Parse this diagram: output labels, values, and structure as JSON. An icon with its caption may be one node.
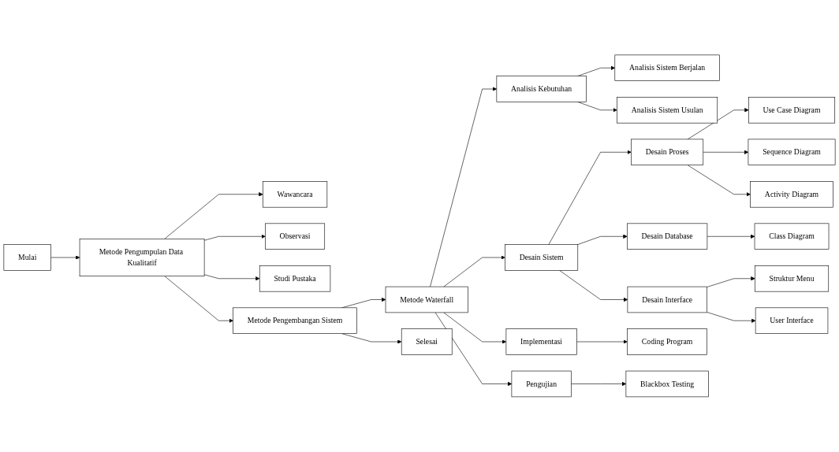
{
  "diagram": {
    "nodes": [
      {
        "text": [
          "Mulai"
        ]
      },
      {
        "text": [
          "Metode Pengumpulan Data Kualitatif"
        ]
      },
      {
        "text": [
          "Wawancara"
        ]
      },
      {
        "text": [
          "Observasi"
        ]
      },
      {
        "text": [
          "Studi Pustaka"
        ]
      },
      {
        "text": [
          "Metode Pengembangan Sistem"
        ]
      },
      {
        "text": [
          "Metode Waterfall"
        ]
      },
      {
        "text": [
          "Analisis Kebutuhan"
        ]
      },
      {
        "text": [
          "Analisis Sistem Berjalan"
        ]
      },
      {
        "text": [
          "Analisis Sistem Usulan"
        ]
      },
      {
        "text": [
          "Desain Sistem"
        ]
      },
      {
        "text": [
          "Desain Proses"
        ]
      },
      {
        "text": [
          "Use Case Diagram"
        ]
      },
      {
        "text": [
          "Sequence Diagram"
        ]
      },
      {
        "text": [
          "Activity Diagram"
        ]
      },
      {
        "text": [
          "Desain Database"
        ]
      },
      {
        "text": [
          "Class Diagram"
        ]
      },
      {
        "text": [
          "Desain Interface"
        ]
      },
      {
        "text": [
          "Struktur Menu"
        ]
      },
      {
        "text": [
          "User Interface"
        ]
      },
      {
        "text": [
          "Implementasi"
        ]
      },
      {
        "text": [
          "Coding Program"
        ]
      },
      {
        "text": [
          "Pengujian"
        ]
      },
      {
        "text": [
          "Blackbox Testing"
        ]
      },
      {
        "text": [
          "Selesai"
        ]
      }
    ],
    "edges": [
      {
        "from": 0,
        "to": 1,
        "arrow": "to"
      },
      {
        "from": 1,
        "to": 2,
        "arrow": "to"
      },
      {
        "from": 1,
        "to": 3,
        "arrow": "to"
      },
      {
        "from": 1,
        "to": 4,
        "arrow": "to"
      },
      {
        "from": 1,
        "to": 5,
        "arrow": "to"
      },
      {
        "from": 5,
        "to": 6,
        "arrow": "to"
      },
      {
        "from": 6,
        "to": 7,
        "arrow": "to"
      },
      {
        "from": 6,
        "to": 10,
        "arrow": "to"
      },
      {
        "from": 6,
        "to": 20,
        "arrow": "to"
      },
      {
        "from": 6,
        "to": 22,
        "arrow": "to"
      },
      {
        "from": 7,
        "to": 8,
        "arrow": "to"
      },
      {
        "from": 7,
        "to": 9,
        "arrow": "to"
      },
      {
        "from": 10,
        "to": 11,
        "arrow": "to"
      },
      {
        "from": 10,
        "to": 15,
        "arrow": "to"
      },
      {
        "from": 10,
        "to": 17,
        "arrow": "to"
      },
      {
        "from": 11,
        "to": 12,
        "arrow": "to"
      },
      {
        "from": 11,
        "to": 13,
        "arrow": "to"
      },
      {
        "from": 11,
        "to": 14,
        "arrow": "to"
      },
      {
        "from": 15,
        "to": 16,
        "arrow": "to"
      },
      {
        "from": 17,
        "to": 18,
        "arrow": "to"
      },
      {
        "from": 17,
        "to": 19,
        "arrow": "to"
      },
      {
        "from": 20,
        "to": 21,
        "arrow": "to"
      },
      {
        "from": 22,
        "to": 23,
        "arrow": "to"
      },
      {
        "from": 5,
        "to": 24,
        "arrow": "to"
      }
    ]
  }
}
